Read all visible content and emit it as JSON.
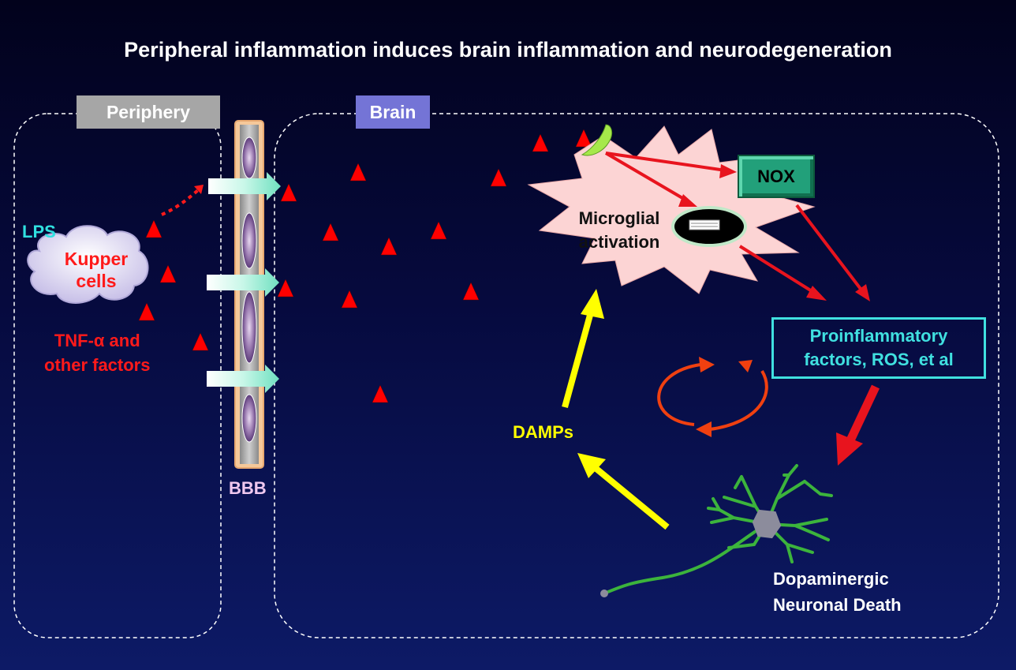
{
  "title": "Peripheral inflammation induces brain inflammation and neurodegeneration",
  "regions": {
    "periphery": "Periphery",
    "brain": "Brain"
  },
  "periphery": {
    "lps": "LPS",
    "kupper_line1": "Kupper",
    "kupper_line2": "cells",
    "tnf_line1": "TNF-α and",
    "tnf_line2": "other factors"
  },
  "barrier": {
    "label": "BBB"
  },
  "brain": {
    "microglia_line1": "Microglial",
    "microglia_line2": "activation",
    "nox": "NOX",
    "proinflammatory_line1": "Proinflammatory",
    "proinflammatory_line2": "factors, ROS, et al",
    "damps": "DAMPs",
    "neuron_line1": "Dopaminergic",
    "neuron_line2": "Neuronal Death"
  },
  "colors": {
    "background": "#060a3e",
    "factor_triangle": "#ff0000",
    "arrow_red": "#e8141e",
    "arrow_yellow": "#ffff00",
    "cycle_arrow": "#f04010",
    "transport_arrow": "#aaf5dc",
    "microglia_burst": "#fcd4d4",
    "neuron": "#3cb43c"
  }
}
